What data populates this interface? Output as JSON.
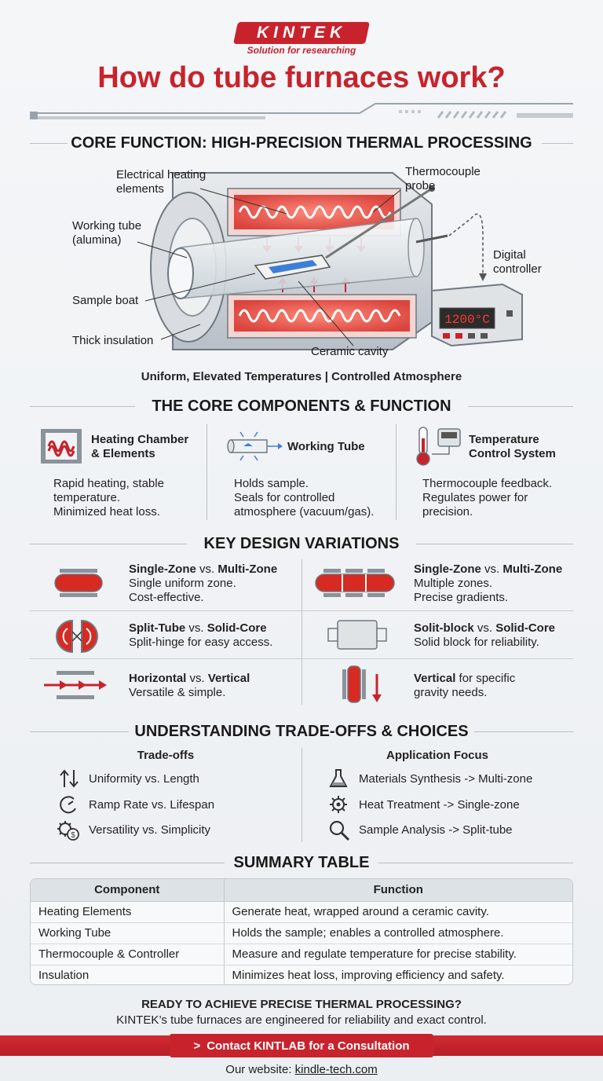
{
  "brand": {
    "logo": "KINTEK",
    "tagline": "Solution for researching",
    "accent": "#c8232c"
  },
  "title": "How do tube furnaces work?",
  "core_function": {
    "heading": "CORE FUNCTION: HIGH-PRECISION THERMAL PROCESSING",
    "callouts": {
      "heating_elements_1": "Electrical heating",
      "heating_elements_2": "elements",
      "thermocouple_1": "Thermocouple",
      "thermocouple_2": "probe",
      "working_tube_1": "Working tube",
      "working_tube_2": "(alumina)",
      "digital_controller_1": "Digital",
      "digital_controller_2": "controller",
      "sample_boat": "Sample boat",
      "thick_insulation": "Thick insulation",
      "ceramic_cavity": "Ceramic cavity"
    },
    "controller_display": "1200°C",
    "caption": "Uniform, Elevated Temperatures | Controlled Atmosphere"
  },
  "components": {
    "heading": "THE CORE COMPONENTS & FUNCTION",
    "items": [
      {
        "title_1": "Heating Chamber",
        "title_2": "& Elements",
        "desc_1": "Rapid heating, stable",
        "desc_2": "temperature.",
        "desc_3": "Minimized heat loss.",
        "icon": "heating-coil-icon"
      },
      {
        "title_1": "Working Tube",
        "title_2": "",
        "desc_1": "Holds sample.",
        "desc_2": "Seals for controlled",
        "desc_3": "atmosphere (vacuum/gas).",
        "icon": "working-tube-icon"
      },
      {
        "title_1": "Temperature",
        "title_2": "Control System",
        "desc_1": "Thermocouple feedback.",
        "desc_2": "Regulates power for",
        "desc_3": "precision.",
        "icon": "thermometer-controller-icon"
      }
    ]
  },
  "variations": {
    "heading": "KEY DESIGN VARIATIONS",
    "items": [
      {
        "a": "Single-Zone",
        "vs": " vs. ",
        "b": "Multi-Zone",
        "desc_1": "Single uniform zone.",
        "desc_2": "Cost-effective."
      },
      {
        "a": "Single-Zone",
        "vs": " vs. ",
        "b": "Multi-Zone",
        "desc_1": "Multiple zones.",
        "desc_2": "Precise gradients."
      },
      {
        "a": "Split-Tube",
        "vs": " vs. ",
        "b": "Solid-Core",
        "desc_1": "Split-hinge for easy access.",
        "desc_2": ""
      },
      {
        "a": "Solit-block",
        "vs": " vs. ",
        "b": "Solid-Core",
        "desc_1": "Solid block for reliability.",
        "desc_2": ""
      },
      {
        "a": "Horizontal",
        "vs": " vs. ",
        "b": "Vertical",
        "desc_1": "Versatile & simple.",
        "desc_2": ""
      },
      {
        "a": "Vertical",
        "vs": " for specific",
        "b": "",
        "desc_1": "gravity needs.",
        "desc_2": ""
      }
    ]
  },
  "tradeoffs": {
    "heading": "UNDERSTANDING TRADE-OFFS & CHOICES",
    "left_title": "Trade-offs",
    "right_title": "Application Focus",
    "left": [
      {
        "text": "Uniformity vs. Length",
        "icon": "up-down-arrows-icon"
      },
      {
        "text": "Ramp Rate vs. Lifespan",
        "icon": "speed-gauge-icon"
      },
      {
        "text": "Versatility vs. Simplicity",
        "icon": "gear-coin-icon"
      }
    ],
    "right": [
      {
        "text": "Materials Synthesis -> Multi-zone",
        "icon": "flask-icon"
      },
      {
        "text": "Heat Treatment -> Single-zone",
        "icon": "gear-icon"
      },
      {
        "text": "Sample Analysis -> Split-tube",
        "icon": "magnifier-icon"
      }
    ]
  },
  "summary": {
    "heading": "SUMMARY TABLE",
    "columns": [
      "Component",
      "Function"
    ],
    "rows": [
      [
        "Heating Elements",
        "Generate heat, wrapped around a ceramic cavity."
      ],
      [
        "Working Tube",
        "Holds the sample; enables a controlled atmosphere."
      ],
      [
        "Thermocouple & Controller",
        "Measure and regulate temperature for precise stability."
      ],
      [
        "Insulation",
        "Minimizes heat loss, improving efficiency and safety."
      ]
    ]
  },
  "cta": {
    "title": "READY TO ACHIEVE PRECISE THERMAL PROCESSING?",
    "subtitle": "KINTEK’s tube furnaces are engineered for reliability and exact control.",
    "button_arrow": ">",
    "button": "Contact KINTLAB for a Consultation",
    "website_label": "Our website: ",
    "website": "kindle-tech.com"
  }
}
